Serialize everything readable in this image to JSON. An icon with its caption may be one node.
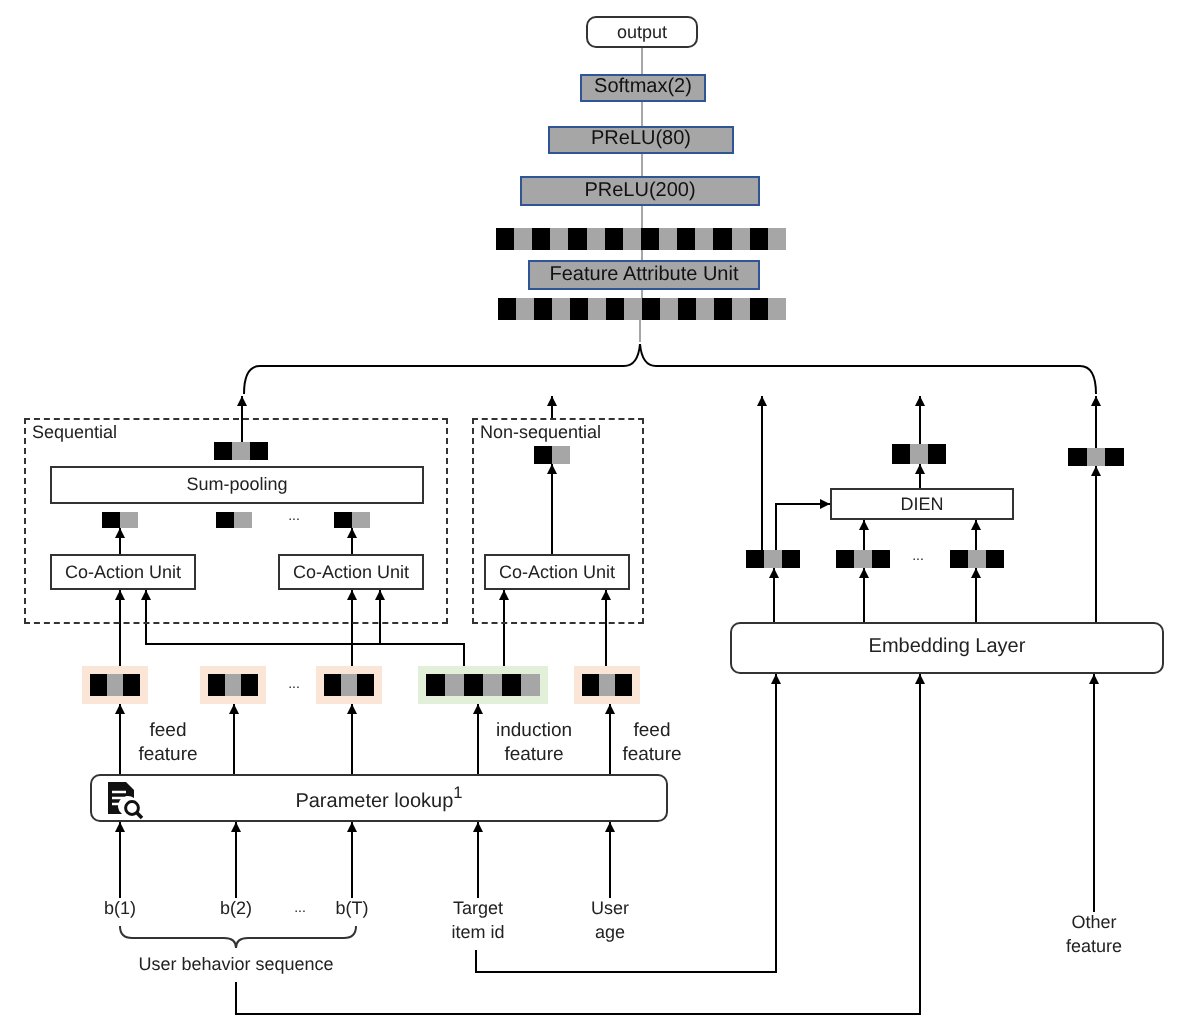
{
  "diagram": {
    "nodes": [
      {
        "text": [
          "output"
        ]
      },
      {
        "text": [
          "Softmax(2)"
        ]
      },
      {
        "text": [
          "PReLU(80)"
        ]
      },
      {
        "text": [
          "PReLU(200)"
        ]
      },
      {
        "text": [],
        "shape": "bar"
      },
      {
        "text": [
          "Feature Attribute Unit"
        ]
      },
      {
        "text": [],
        "shape": "bar"
      },
      {
        "text": [
          "Sequential"
        ]
      },
      {
        "text": [],
        "shape": "bar",
        "in": 7
      },
      {
        "text": [
          "Sum-pooling"
        ],
        "in": 7
      },
      {
        "text": [],
        "shape": "bar",
        "in": 7
      },
      {
        "text": [],
        "shape": "bar",
        "in": 7
      },
      {
        "text": [],
        "shape": "bar",
        "in": 7
      },
      {
        "text": [
          "Co-Action Unit"
        ],
        "in": 7
      },
      {
        "text": [
          "Co-Action Unit"
        ],
        "in": 7
      },
      {
        "text": [
          "Non-sequential"
        ]
      },
      {
        "text": [],
        "shape": "bar",
        "in": 15
      },
      {
        "text": [
          "Co-Action Unit"
        ],
        "in": 15
      },
      {
        "text": [],
        "shape": "bar"
      },
      {
        "text": [],
        "shape": "bar"
      },
      {
        "text": [
          "DIEN"
        ]
      },
      {
        "text": [],
        "shape": "bar"
      },
      {
        "text": [],
        "shape": "bar"
      },
      {
        "text": [],
        "shape": "bar"
      },
      {
        "text": [
          "Embedding Layer"
        ]
      },
      {
        "text": [],
        "shape": "bar"
      },
      {
        "text": [],
        "shape": "bar"
      },
      {
        "text": [],
        "shape": "bar"
      },
      {
        "text": [],
        "shape": "bar"
      },
      {
        "text": [],
        "shape": "bar"
      },
      {
        "text": [
          "Parameter lookup$^{1}$"
        ]
      },
      {
        "text": [
          "b(1)"
        ]
      },
      {
        "text": [
          "b(2)"
        ]
      },
      {
        "text": [
          "b(T)"
        ]
      },
      {
        "text": [
          "Target item id"
        ]
      },
      {
        "text": [
          "User age"
        ]
      },
      {
        "text": [
          "User behavior sequence"
        ]
      },
      {
        "text": [
          "Other feature"
        ]
      },
      {
        "text": [],
        "shape": "brace"
      }
    ],
    "edges": [
      {
        "from": 1,
        "to": 0,
        "arrow": "none",
        "color": "#a6a6a6"
      },
      {
        "from": 2,
        "to": 1,
        "arrow": "none",
        "color": "#a6a6a6"
      },
      {
        "from": 3,
        "to": 2,
        "arrow": "none",
        "color": "#a6a6a6"
      },
      {
        "from": 4,
        "to": 3,
        "arrow": "none",
        "color": "#a6a6a6"
      },
      {
        "from": 5,
        "to": 4,
        "arrow": "none",
        "color": "#a6a6a6"
      },
      {
        "from": 6,
        "to": 5,
        "arrow": "none",
        "color": "#a6a6a6"
      },
      {
        "from": 8,
        "to": 38,
        "arrow": "to"
      },
      {
        "from": 15,
        "to": 38,
        "arrow": "to"
      },
      {
        "from": 18,
        "to": 38,
        "arrow": "to"
      },
      {
        "from": 19,
        "to": 38,
        "arrow": "to"
      },
      {
        "from": 21,
        "to": 38,
        "arrow": "to"
      },
      {
        "from": 13,
        "to": 10,
        "arrow": "to"
      },
      {
        "from": 14,
        "to": 12,
        "arrow": "to"
      },
      {
        "from": 17,
        "to": 16,
        "arrow": "to"
      },
      {
        "from": 21,
        "to": 20,
        "arrow": "to"
      },
      {
        "from": 22,
        "to": 20,
        "arrow": "to"
      },
      {
        "from": 23,
        "to": 20,
        "arrow": "to"
      },
      {
        "from": 20,
        "to": 18,
        "arrow": "to"
      },
      {
        "from": 24,
        "to": 21,
        "arrow": "to"
      },
      {
        "from": 24,
        "to": 22,
        "arrow": "to"
      },
      {
        "from": 24,
        "to": 23,
        "arrow": "to"
      },
      {
        "from": 24,
        "to": 19,
        "arrow": "to"
      },
      {
        "from": 25,
        "to": 13,
        "arrow": "to"
      },
      {
        "from": 28,
        "to": 13,
        "arrow": "to"
      },
      {
        "from": 27,
        "to": 14,
        "arrow": "to"
      },
      {
        "from": 28,
        "to": 14,
        "arrow": "to"
      },
      {
        "from": 28,
        "to": 17,
        "arrow": "to"
      },
      {
        "from": 29,
        "to": 17,
        "arrow": "to"
      },
      {
        "from": 30,
        "to": 25,
        "arrow": "to",
        "label": "feed feature"
      },
      {
        "from": 30,
        "to": 26,
        "arrow": "to"
      },
      {
        "from": 30,
        "to": 27,
        "arrow": "to"
      },
      {
        "from": 30,
        "to": 28,
        "arrow": "to",
        "label": "induction feature"
      },
      {
        "from": 30,
        "to": 29,
        "arrow": "to",
        "label": "feed feature"
      },
      {
        "from": 31,
        "to": 30,
        "arrow": "to"
      },
      {
        "from": 32,
        "to": 30,
        "arrow": "to"
      },
      {
        "from": 33,
        "to": 30,
        "arrow": "to"
      },
      {
        "from": 34,
        "to": 30,
        "arrow": "to"
      },
      {
        "from": 35,
        "to": 30,
        "arrow": "to"
      },
      {
        "from": 34,
        "to": 24,
        "arrow": "to"
      },
      {
        "from": 36,
        "to": 24,
        "arrow": "to"
      },
      {
        "from": 37,
        "to": 24,
        "arrow": "to"
      },
      {
        "from": 38,
        "to": 6,
        "arrow": "none",
        "color": "#a6a6a6"
      }
    ],
    "labels": [
      "...",
      "...",
      "...",
      "..."
    ]
  }
}
